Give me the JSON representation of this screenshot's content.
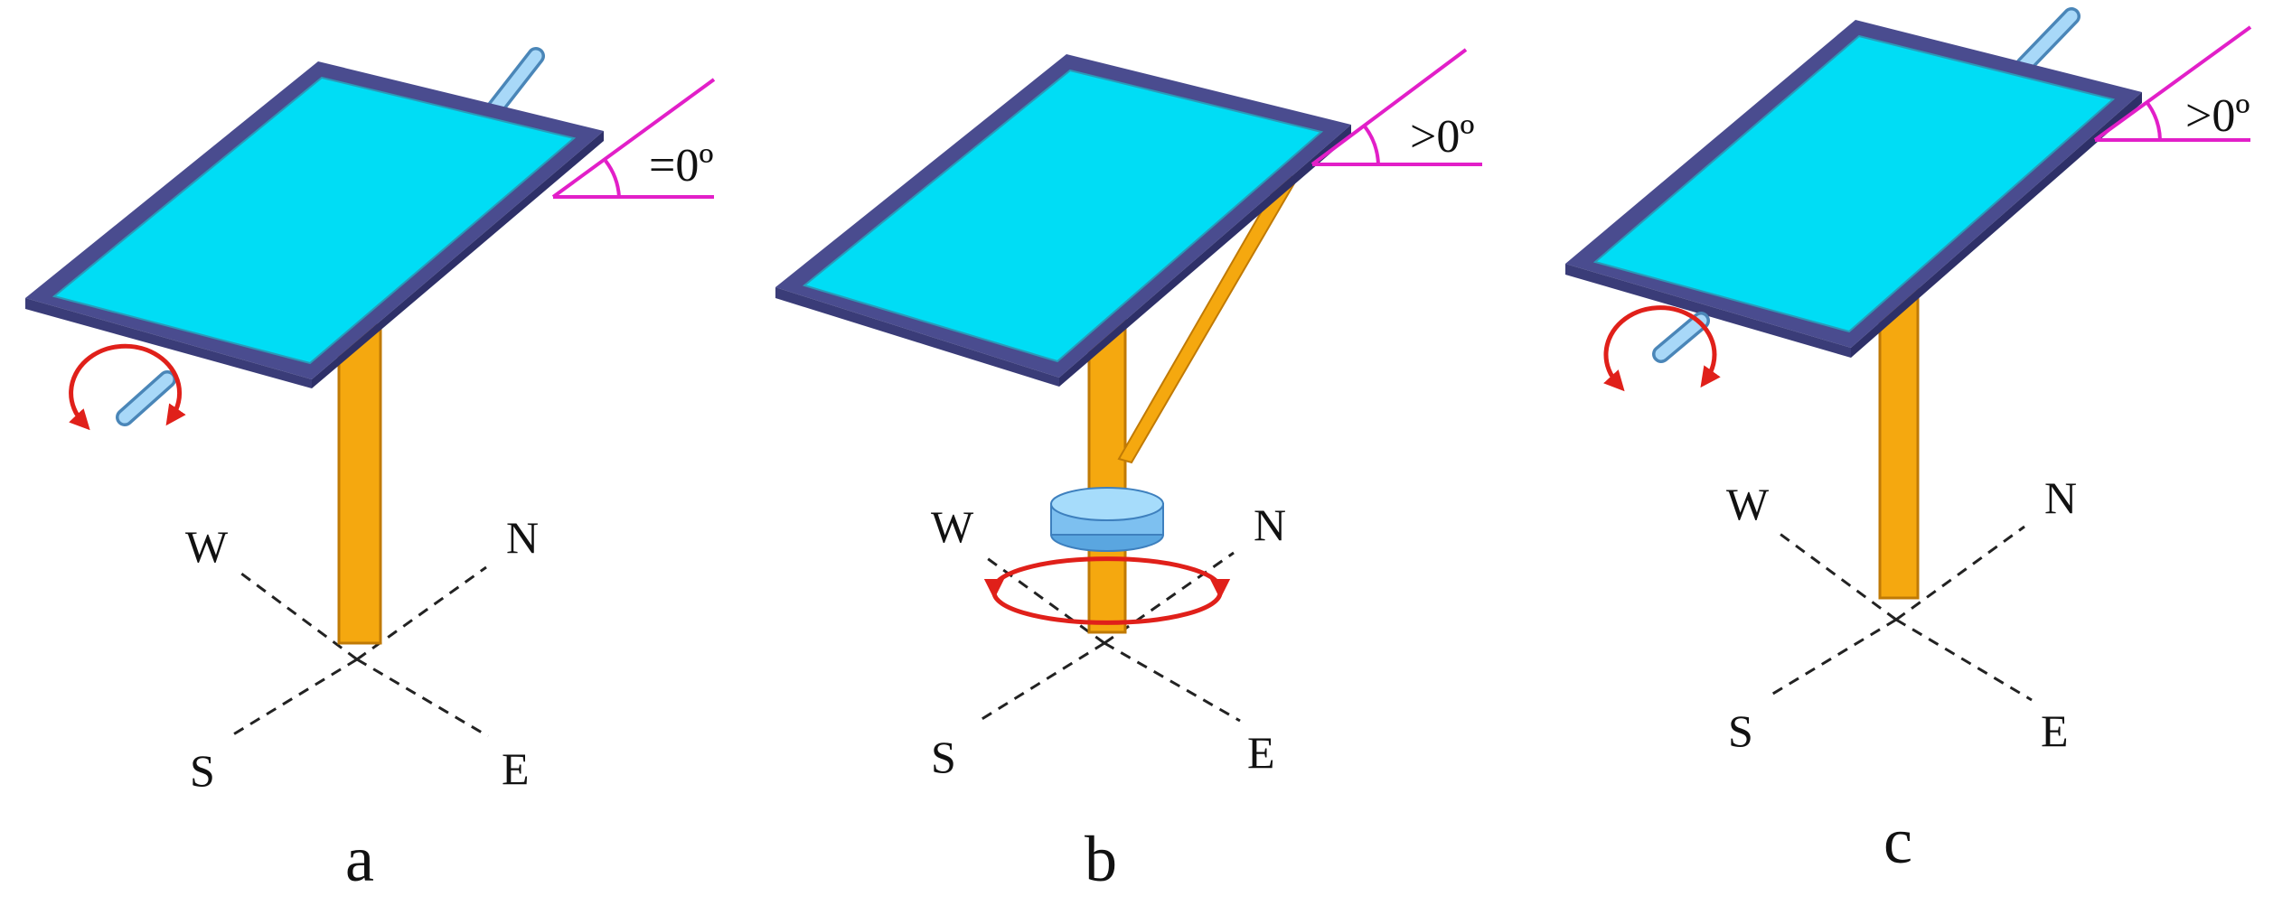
{
  "panels": [
    {
      "caption": "a",
      "angle_label": "=0º",
      "compass": {
        "north": "N",
        "east": "E",
        "south": "S",
        "west": "W"
      },
      "rotation_axis": "horizontal-tilt"
    },
    {
      "caption": "b",
      "angle_label": ">0º",
      "compass": {
        "north": "N",
        "east": "E",
        "south": "S",
        "west": "W"
      },
      "rotation_axis": "vertical-azimuth"
    },
    {
      "caption": "c",
      "angle_label": ">0º",
      "compass": {
        "north": "N",
        "east": "E",
        "south": "S",
        "west": "W"
      },
      "rotation_axis": "horizontal-tilt"
    }
  ],
  "colors": {
    "panel_fill": "#00DDF5",
    "panel_frame": "#4A4C8F",
    "pole": "#F5A80F",
    "axle": "#6FB8E8",
    "rotation_arrow": "#E0201A",
    "angle_lines": "#E21FC8",
    "compass_lines": "#222222"
  },
  "icons": [
    "rotation-arrow-icon",
    "angle-arc-icon",
    "compass-rose-icon"
  ]
}
